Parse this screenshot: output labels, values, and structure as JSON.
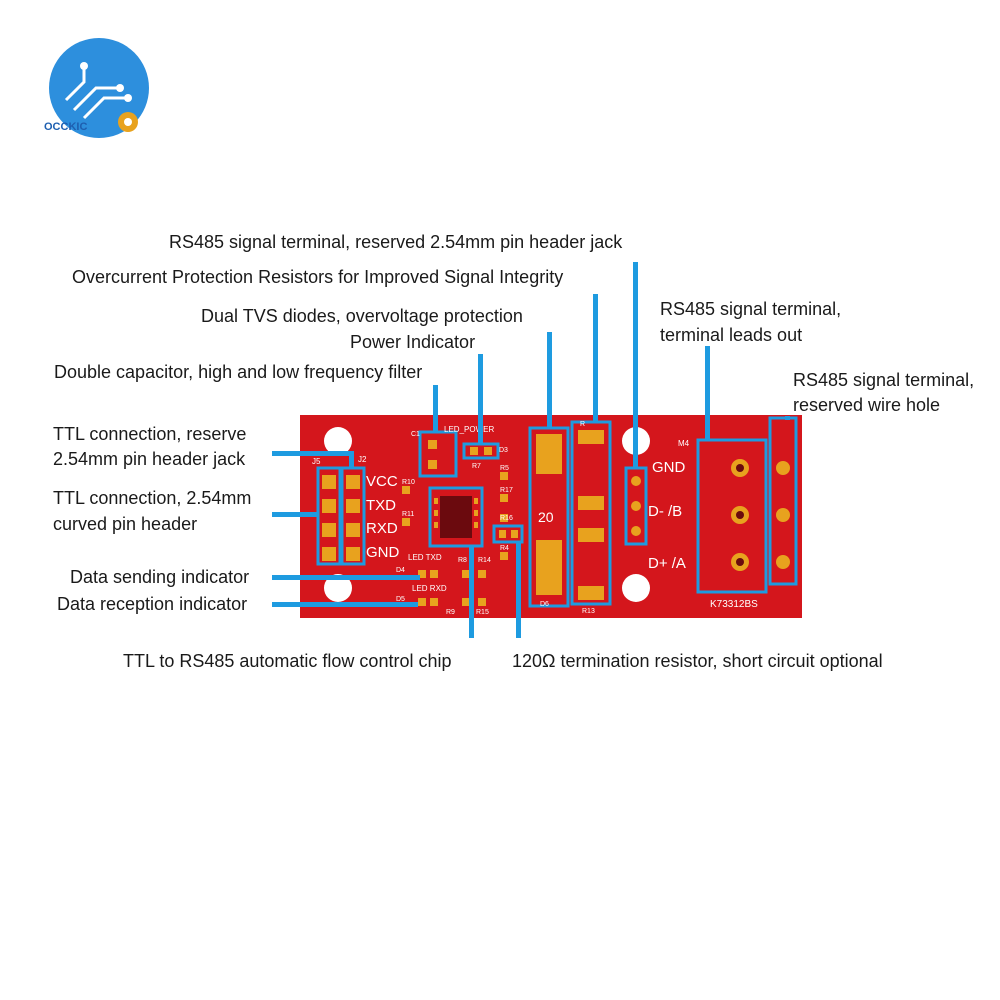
{
  "brand": {
    "name": "OCCKIC"
  },
  "annotations": {
    "rs485_pin_jack": "RS485 signal terminal, reserved 2.54mm pin header jack",
    "overcurrent_resistors": "Overcurrent Protection Resistors for Improved Signal Integrity",
    "tvs_diodes": "Dual TVS diodes, overvoltage protection",
    "power_indicator": "Power Indicator",
    "double_capacitor": "Double capacitor, high and low frequency filter",
    "ttl_jack_line1": "TTL connection, reserve",
    "ttl_jack_line2": "2.54mm pin header jack",
    "ttl_curved_line1": "TTL connection, 2.54mm",
    "ttl_curved_line2": "curved pin header",
    "data_sending": "Data sending indicator",
    "data_reception": "Data reception indicator",
    "flow_control_chip": "TTL to RS485 automatic flow control chip",
    "termination_resistor": "120Ω termination resistor, short circuit optional",
    "rs485_terminal_line1": "RS485 signal terminal,",
    "rs485_terminal_line2": "terminal leads out",
    "rs485_wire_line1": "RS485 signal terminal,",
    "rs485_wire_line2": "reserved wire hole"
  },
  "board": {
    "ttl_pins": [
      "VCC",
      "TXD",
      "RXD",
      "GND"
    ],
    "rs485_pins": [
      "GND",
      "D- /B",
      "D+ /A"
    ],
    "silkscreen": {
      "j5": "J5",
      "j2": "J2",
      "c1": "C1",
      "led_power": "LED_POWER",
      "d3": "D3",
      "r7": "R7",
      "r5": "R5",
      "r10": "R10",
      "r11": "R11",
      "r17": "R17",
      "r16": "R16",
      "r4": "R4",
      "led_txd": "LED  TXD",
      "led_rxd": "LED  RXD",
      "d4": "D4",
      "d5": "D5",
      "r8": "R8",
      "r14": "R14",
      "r9": "R9",
      "r15": "R15",
      "d6": "D6",
      "r13": "R13",
      "r_top": "R",
      "val120": "20",
      "m4": "M4",
      "model": "K73312BS"
    }
  },
  "colors": {
    "board": "#d4161c",
    "accent": "#1e9be0",
    "pad": "#e8a21e",
    "logo": "#2d8fdd"
  }
}
